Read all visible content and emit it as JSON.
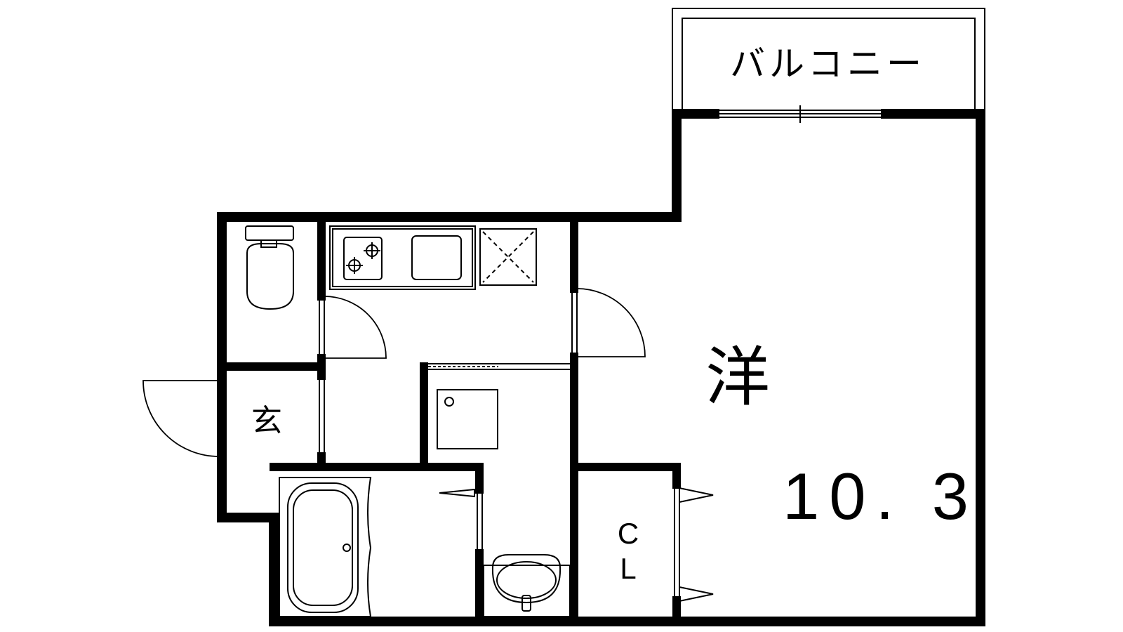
{
  "labels": {
    "balcony": "バルコニー",
    "western_room": "洋",
    "western_room_area": "10. 3",
    "entrance": "玄",
    "closet_line1": "C",
    "closet_line2": "L"
  },
  "colors": {
    "wall": "#000000",
    "background": "#ffffff",
    "fixture_line": "#000000"
  },
  "icons": [
    "toilet-icon",
    "stove-icon",
    "sink-icon",
    "fridge-space-icon",
    "washer-icon",
    "bathtub-icon",
    "washbasin-icon",
    "door-swing-icon",
    "sliding-door-icon"
  ]
}
